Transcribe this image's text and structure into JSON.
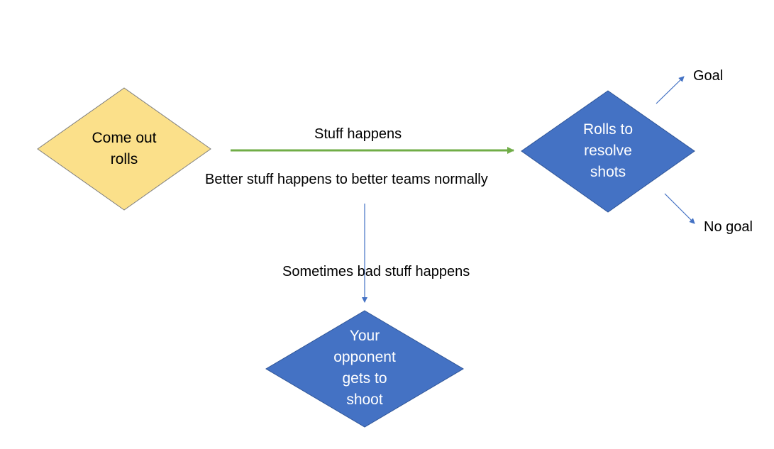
{
  "colors": {
    "start_fill": "#fbe08a",
    "start_stroke": "#7f7f7f",
    "decision_fill": "#4472c4",
    "decision_stroke": "#2f5597",
    "main_arrow": "#70ad47",
    "thin_arrow": "#4472c4",
    "label_text": "#000000",
    "light_text": "#ffffff"
  },
  "nodes": {
    "start": {
      "text": "Come out\nrolls"
    },
    "resolve": {
      "text": "Rolls to\nresolve\nshots"
    },
    "opponent": {
      "text": "Your\nopponent\ngets to\nshoot"
    }
  },
  "edges": {
    "stuff_happens": "Stuff happens",
    "better_stuff": "Better stuff happens to better teams normally",
    "bad_stuff": "Sometimes bad stuff happens",
    "goal": "Goal",
    "no_goal": "No goal"
  }
}
